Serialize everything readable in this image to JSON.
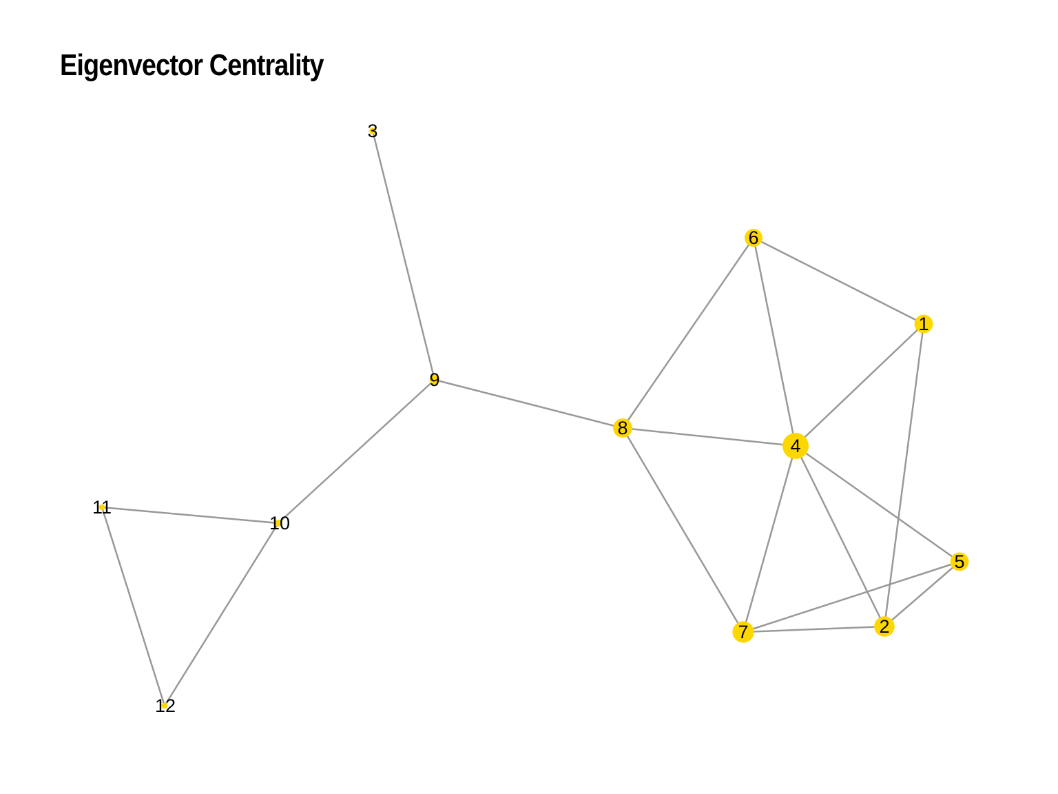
{
  "title": "Eigenvector Centrality",
  "colors": {
    "node": "#FFD700",
    "edge": "#999999",
    "label": "#000000",
    "background": "#FFFFFF"
  },
  "graph": {
    "nodes": [
      {
        "id": "1",
        "label": "1",
        "centrality": 0.63
      },
      {
        "id": "2",
        "label": "2",
        "centrality": 0.72
      },
      {
        "id": "3",
        "label": "3",
        "centrality": 0.05
      },
      {
        "id": "4",
        "label": "4",
        "centrality": 1.0
      },
      {
        "id": "5",
        "label": "5",
        "centrality": 0.63
      },
      {
        "id": "6",
        "label": "6",
        "centrality": 0.6
      },
      {
        "id": "7",
        "label": "7",
        "centrality": 0.77
      },
      {
        "id": "8",
        "label": "8",
        "centrality": 0.66
      },
      {
        "id": "9",
        "label": "9",
        "centrality": 0.22
      },
      {
        "id": "10",
        "label": "10",
        "centrality": 0.06
      },
      {
        "id": "11",
        "label": "11",
        "centrality": 0.02
      },
      {
        "id": "12",
        "label": "12",
        "centrality": 0.02
      }
    ],
    "edges": [
      [
        "3",
        "9"
      ],
      [
        "9",
        "8"
      ],
      [
        "9",
        "10"
      ],
      [
        "10",
        "11"
      ],
      [
        "10",
        "12"
      ],
      [
        "11",
        "12"
      ],
      [
        "6",
        "1"
      ],
      [
        "6",
        "8"
      ],
      [
        "6",
        "4"
      ],
      [
        "1",
        "4"
      ],
      [
        "1",
        "2"
      ],
      [
        "8",
        "4"
      ],
      [
        "8",
        "7"
      ],
      [
        "4",
        "7"
      ],
      [
        "4",
        "2"
      ],
      [
        "4",
        "5"
      ],
      [
        "7",
        "2"
      ],
      [
        "7",
        "5"
      ],
      [
        "2",
        "5"
      ]
    ]
  }
}
